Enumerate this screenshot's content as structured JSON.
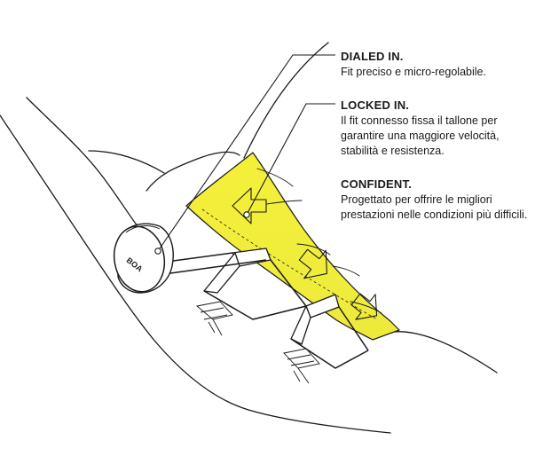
{
  "annotations": [
    {
      "heading": "DIALED IN.",
      "body": "Fit preciso e micro-regolabile."
    },
    {
      "heading": "LOCKED IN.",
      "body": "Il fit connesso fissa il tallone per garantire una maggiore velocità, stabilità e resistenza."
    },
    {
      "heading": "CONFIDENT.",
      "body": "Progettato per offrire le migliori prestazioni nelle condizioni più difficili."
    }
  ],
  "dial": {
    "logo_text": "BOA"
  },
  "colors": {
    "highlight": "#f2ef3a",
    "line": "#1a1a1a"
  },
  "icons": [
    "boa-dial-icon",
    "arrow-icon"
  ]
}
